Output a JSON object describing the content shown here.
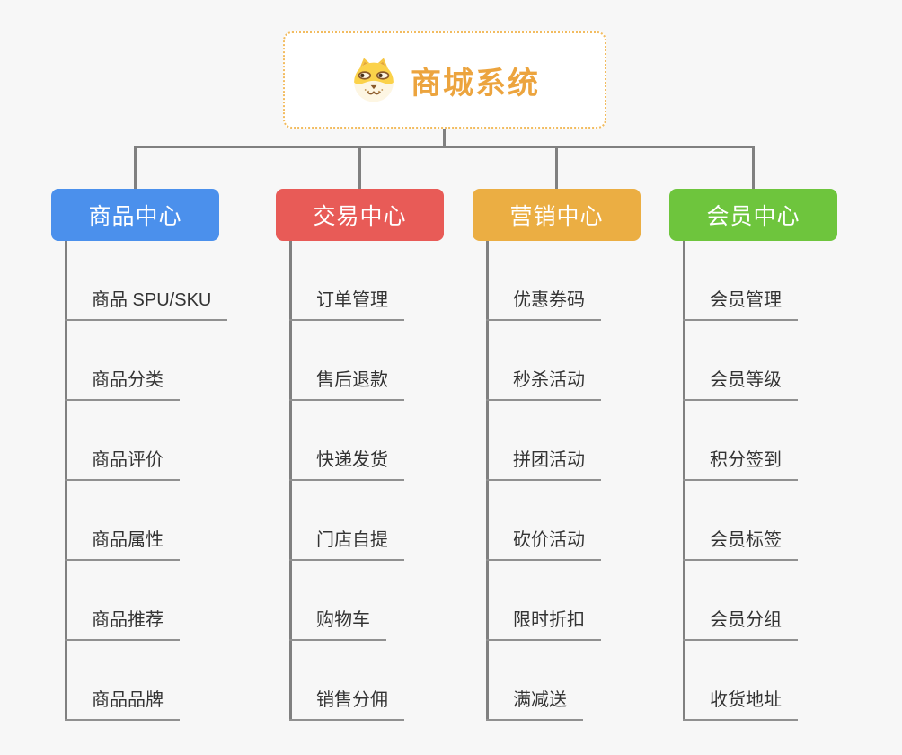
{
  "page": {
    "background": "#F7F7F7",
    "connector_color": "#808080"
  },
  "root": {
    "title": "商城系统",
    "icon": "doge-face-icon",
    "title_color": "#ECA43E",
    "border_color": "#F2BC60"
  },
  "branches": [
    {
      "label": "商品中心",
      "color": "#4B90EC",
      "children": [
        "商品 SPU/SKU",
        "商品分类",
        "商品评价",
        "商品属性",
        "商品推荐",
        "商品品牌"
      ]
    },
    {
      "label": "交易中心",
      "color": "#E85B57",
      "children": [
        "订单管理",
        "售后退款",
        "快递发货",
        "门店自提",
        "购物车",
        "销售分佣"
      ]
    },
    {
      "label": "营销中心",
      "color": "#EBAE43",
      "children": [
        "优惠券码",
        "秒杀活动",
        "拼团活动",
        "砍价活动",
        "限时折扣",
        "满减送"
      ]
    },
    {
      "label": "会员中心",
      "color": "#6EC53D",
      "children": [
        "会员管理",
        "会员等级",
        "积分签到",
        "会员标签",
        "会员分组",
        "收货地址"
      ]
    }
  ]
}
